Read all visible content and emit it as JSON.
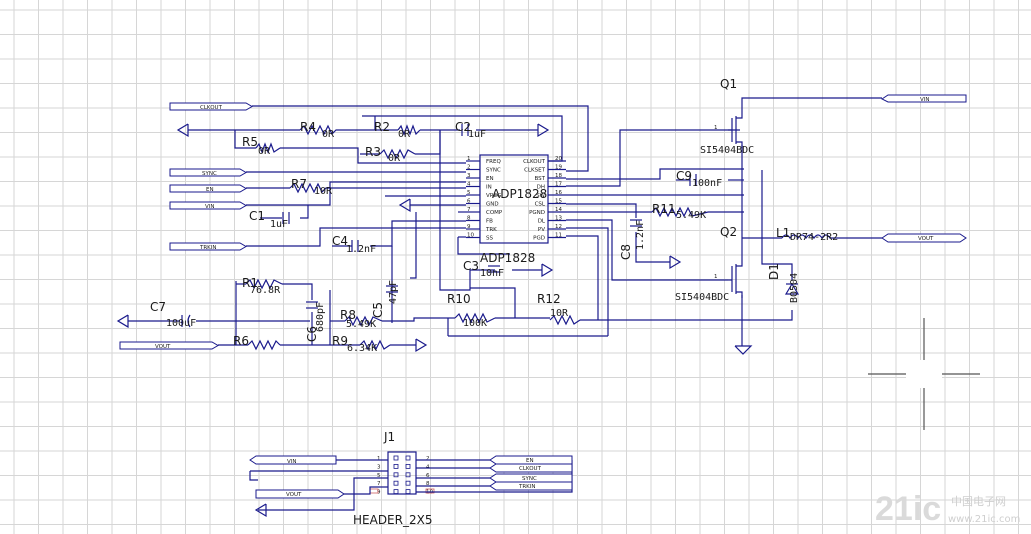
{
  "colors": {
    "wire": "#1a1a8c",
    "grid": "#d6d6d6",
    "watermark": "#d0d0d0"
  },
  "ports": {
    "clkout_in": "CLKOUT",
    "sync": "SYNC",
    "en": "EN",
    "vin_left": "VIN",
    "trkin": "TRKIN",
    "vout_left": "VOUT",
    "vin_right": "VIN",
    "vout_right": "VOUT"
  },
  "ic": {
    "name": "ADP1828",
    "label": "ADP1828",
    "left_pins": [
      {
        "num": "1",
        "name": "FREQ"
      },
      {
        "num": "2",
        "name": "SYNC"
      },
      {
        "num": "3",
        "name": "EN"
      },
      {
        "num": "4",
        "name": "IN"
      },
      {
        "num": "5",
        "name": "VREG"
      },
      {
        "num": "6",
        "name": "GND"
      },
      {
        "num": "7",
        "name": "COMP"
      },
      {
        "num": "8",
        "name": "FB"
      },
      {
        "num": "9",
        "name": "TRK"
      },
      {
        "num": "10",
        "name": "SS"
      }
    ],
    "right_pins": [
      {
        "num": "20",
        "name": "CLKOUT"
      },
      {
        "num": "19",
        "name": "CLKSET"
      },
      {
        "num": "18",
        "name": "BST"
      },
      {
        "num": "17",
        "name": "DH"
      },
      {
        "num": "16",
        "name": "SW"
      },
      {
        "num": "15",
        "name": "CSL"
      },
      {
        "num": "14",
        "name": "PGND"
      },
      {
        "num": "13",
        "name": "DL"
      },
      {
        "num": "12",
        "name": "PV"
      },
      {
        "num": "11",
        "name": "PGD"
      }
    ]
  },
  "components": {
    "R1": {
      "ref": "R1",
      "value": "76.8R"
    },
    "R2": {
      "ref": "R2",
      "value": "0R"
    },
    "R3": {
      "ref": "R3",
      "value": "0R"
    },
    "R4": {
      "ref": "R4",
      "value": "0R"
    },
    "R5": {
      "ref": "R5",
      "value": "0R"
    },
    "R6": {
      "ref": "R6",
      "value": ""
    },
    "R7": {
      "ref": "R7",
      "value": "10R"
    },
    "R8": {
      "ref": "R8",
      "value": "5.49K"
    },
    "R9": {
      "ref": "R9",
      "value": "6.34K"
    },
    "R10": {
      "ref": "R10",
      "value": "100K"
    },
    "R11": {
      "ref": "R11",
      "value": "5.49K"
    },
    "R12": {
      "ref": "R12",
      "value": "10R"
    },
    "C1": {
      "ref": "C1",
      "value": "1uF"
    },
    "C2": {
      "ref": "C2",
      "value": "1uF"
    },
    "C3": {
      "ref": "C3",
      "value": "10nF"
    },
    "C4": {
      "ref": "C4",
      "value": "1.2nF"
    },
    "C5": {
      "ref": "C5",
      "value": "47pF"
    },
    "C6": {
      "ref": "C6",
      "value": "680pF"
    },
    "C7": {
      "ref": "C7",
      "value": "100uF"
    },
    "C8": {
      "ref": "C8",
      "value": "1.2nF"
    },
    "C9": {
      "ref": "C9",
      "value": "100nF"
    },
    "Q1": {
      "ref": "Q1",
      "value": "SI5404BDC"
    },
    "Q2": {
      "ref": "Q2",
      "value": "SI5404BDC"
    },
    "L1": {
      "ref": "L1",
      "value": "DR74-2R2"
    },
    "D1": {
      "ref": "D1",
      "value": "B0504"
    }
  },
  "header": {
    "ref": "J1",
    "part": "HEADER_2X5",
    "left_ports": [
      "VIN",
      "VOUT"
    ],
    "right_ports": [
      "EN",
      "CLKOUT",
      "SYNC",
      "TRKIN"
    ],
    "pins_left": [
      "1",
      "3",
      "5",
      "7",
      "9"
    ],
    "pins_right": [
      "2",
      "4",
      "6",
      "8",
      "10"
    ]
  },
  "watermark": {
    "logo": "21ic",
    "cn": "中国电子网",
    "url": "www.21ic.com"
  }
}
